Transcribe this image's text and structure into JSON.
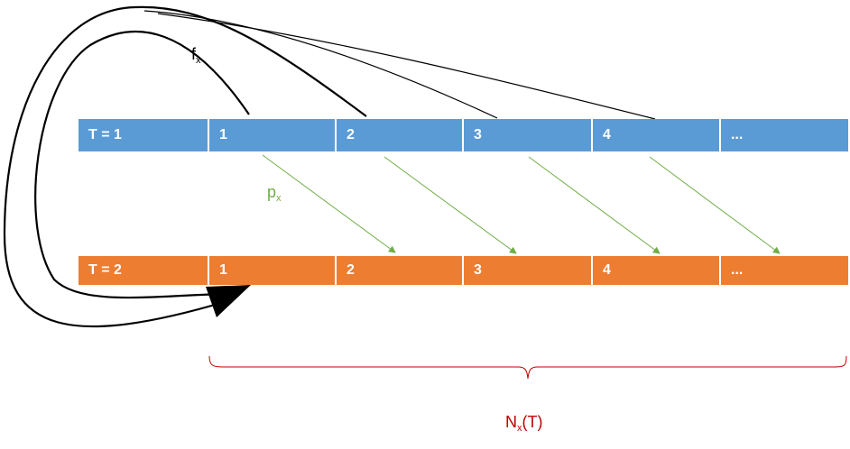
{
  "rows": [
    {
      "color": "#5b9bd5",
      "cells": [
        "T = 1",
        "1",
        "2",
        "3",
        "4",
        "..."
      ]
    },
    {
      "color": "#ed7d31",
      "cells": [
        "T = 2",
        "1",
        "2",
        "3",
        "4",
        "..."
      ]
    }
  ],
  "labels": {
    "fecundity": {
      "main": "f",
      "sub": "x",
      "color": "#000000"
    },
    "survival": {
      "main": "p",
      "sub": "x",
      "color": "#70ad47"
    },
    "population": {
      "main": "N",
      "sub": "x",
      "tail": "(T)",
      "color": "#c00000"
    }
  },
  "colors": {
    "fecundity_arrows": "#000000",
    "survival_arrows": "#70ad47",
    "brace": "#c00000"
  }
}
